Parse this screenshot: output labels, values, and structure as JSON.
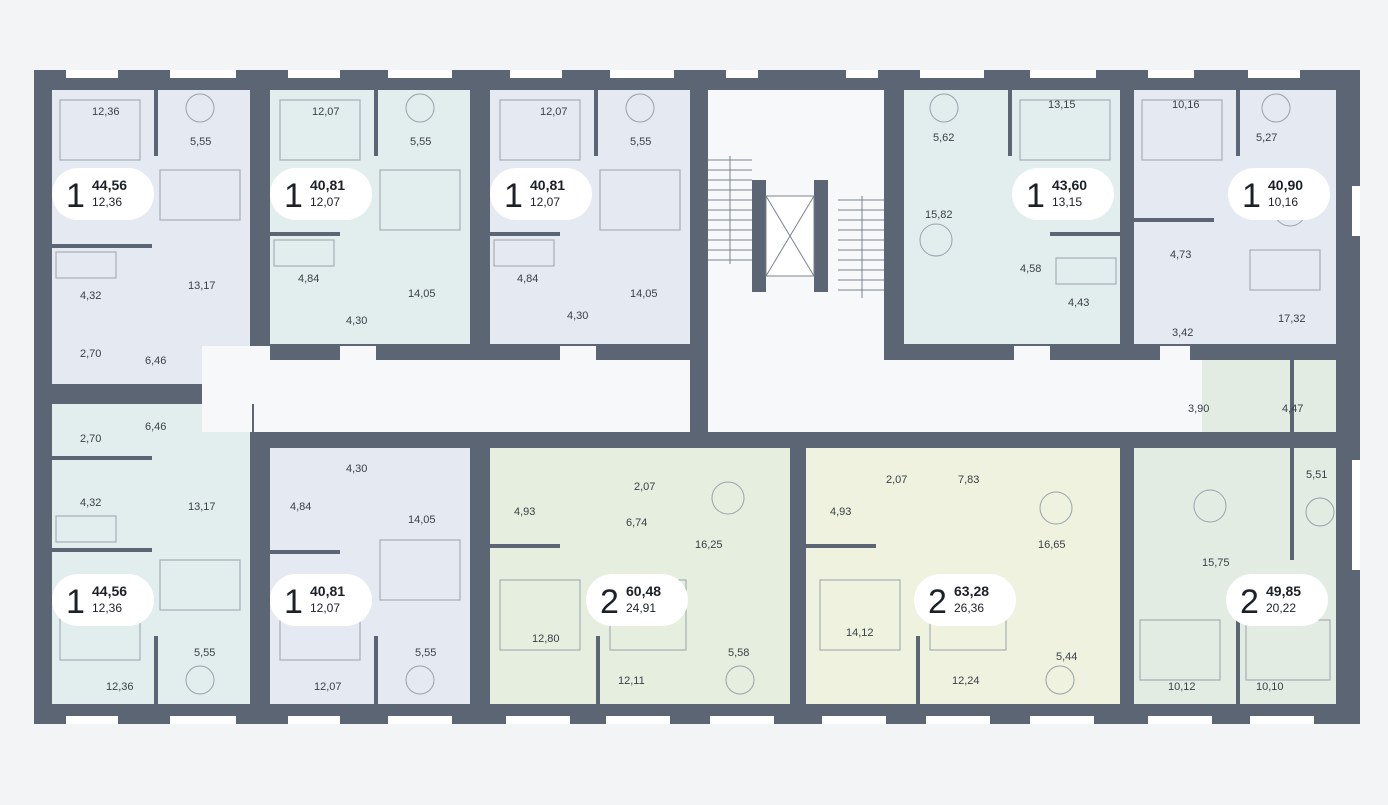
{
  "colors": {
    "wall": "#5b6573",
    "corridor": "#f7f8f9",
    "blue": "#e5e9f1",
    "teal": "#e2eeee",
    "green": "#e6eedf",
    "yellowgreen": "#eef2de",
    "lightgreen": "#e3ece3",
    "window": "#ffffff"
  },
  "apartments": [
    {
      "id": "apt-nw-1",
      "rooms": "1",
      "total": "44,56",
      "living": "12,36"
    },
    {
      "id": "apt-n-2",
      "rooms": "1",
      "total": "40,81",
      "living": "12,07"
    },
    {
      "id": "apt-n-3",
      "rooms": "1",
      "total": "40,81",
      "living": "12,07"
    },
    {
      "id": "apt-ne-4",
      "rooms": "1",
      "total": "43,60",
      "living": "13,15"
    },
    {
      "id": "apt-ne-5",
      "rooms": "1",
      "total": "40,90",
      "living": "10,16"
    },
    {
      "id": "apt-sw-6",
      "rooms": "1",
      "total": "44,56",
      "living": "12,36"
    },
    {
      "id": "apt-s-7",
      "rooms": "1",
      "total": "40,81",
      "living": "12,07"
    },
    {
      "id": "apt-s-8",
      "rooms": "2",
      "total": "60,48",
      "living": "24,91"
    },
    {
      "id": "apt-s-9",
      "rooms": "2",
      "total": "63,28",
      "living": "26,36"
    },
    {
      "id": "apt-se-10",
      "rooms": "2",
      "total": "49,85",
      "living": "20,22"
    }
  ],
  "room_areas": [
    "12,36",
    "5,55",
    "13,17",
    "4,32",
    "2,70",
    "6,46",
    "12,07",
    "5,55",
    "4,84",
    "4,30",
    "14,05",
    "12,07",
    "5,55",
    "4,84",
    "4,30",
    "14,05",
    "5,62",
    "13,15",
    "15,82",
    "4,58",
    "4,43",
    "10,16",
    "5,27",
    "4,73",
    "17,32",
    "3,42",
    "6,46",
    "2,70",
    "4,32",
    "13,17",
    "5,55",
    "12,36",
    "4,30",
    "4,84",
    "14,05",
    "5,55",
    "12,07",
    "4,93",
    "2,07",
    "6,74",
    "16,25",
    "12,80",
    "12,11",
    "5,58",
    "4,93",
    "2,07",
    "7,83",
    "16,65",
    "14,12",
    "12,24",
    "5,44",
    "3,90",
    "4,47",
    "5,51",
    "15,75",
    "10,12",
    "10,10"
  ]
}
